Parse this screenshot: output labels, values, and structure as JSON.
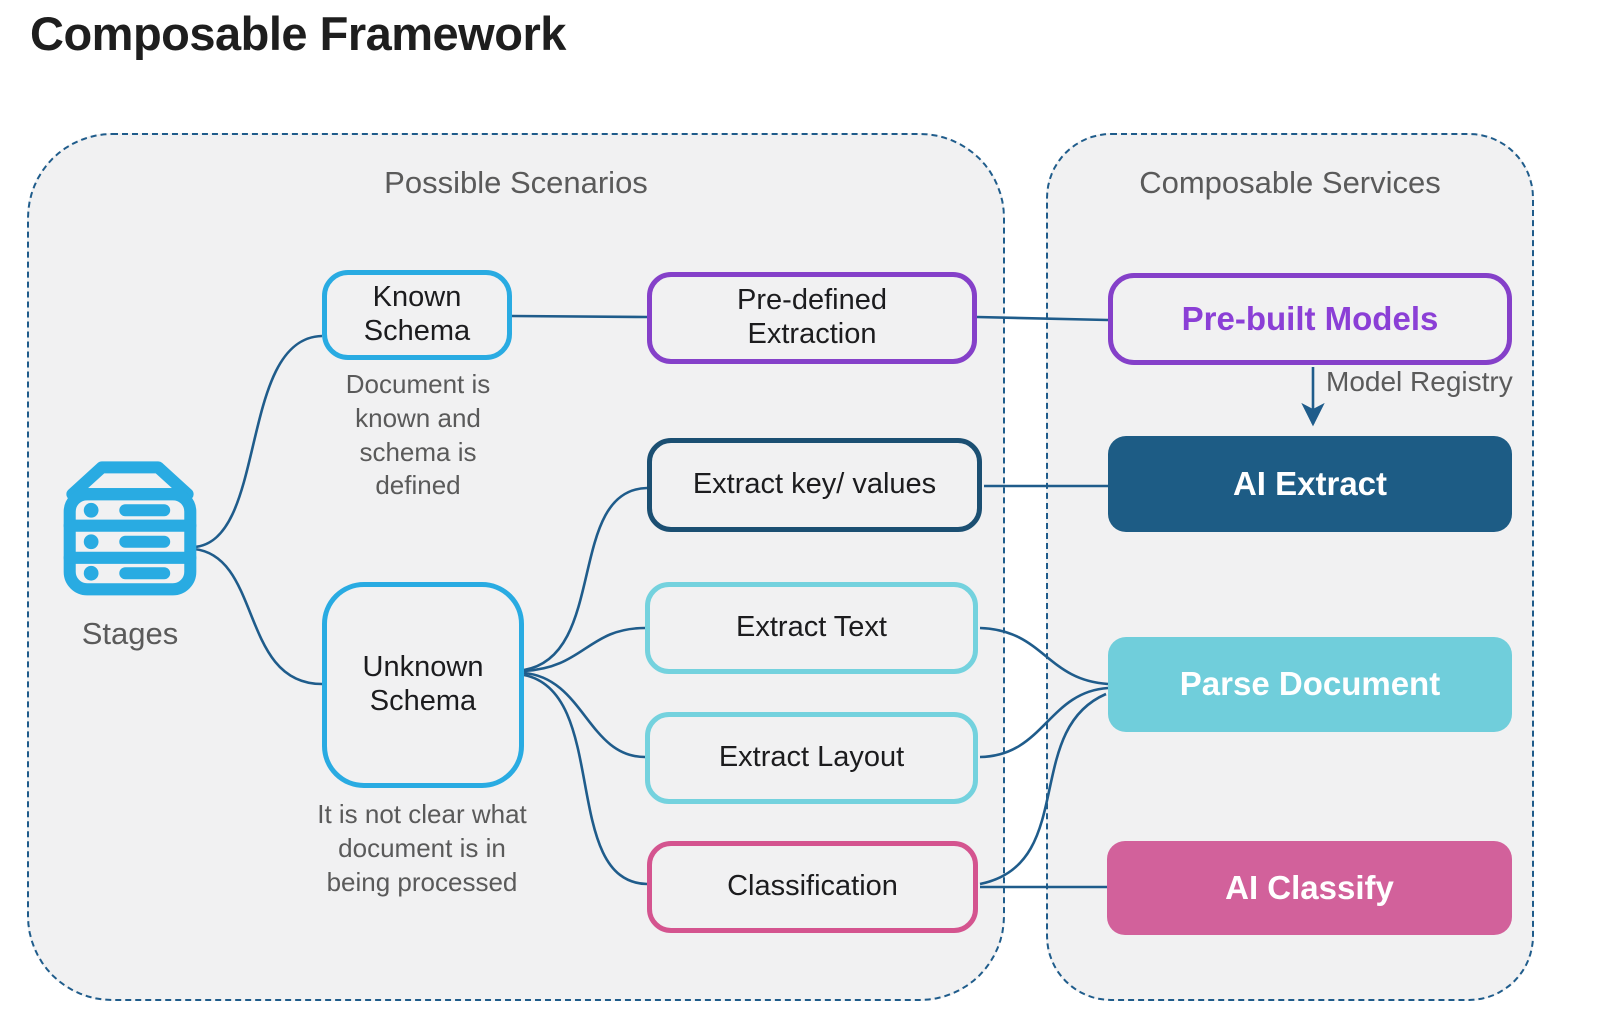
{
  "title": "Composable Framework",
  "panels": {
    "scenarios": {
      "header": "Possible Scenarios"
    },
    "services": {
      "header": "Composable Services"
    }
  },
  "stages": {
    "label": "Stages"
  },
  "nodes": {
    "known_schema": {
      "label": "Known Schema",
      "caption": "Document is known and schema is defined"
    },
    "unknown_schema": {
      "label": "Unknown Schema",
      "caption": "It is not clear what document is in being processed"
    },
    "pre_defined_extraction": {
      "label": "Pre-defined Extraction"
    },
    "extract_key_values": {
      "label": "Extract key/ values"
    },
    "extract_text": {
      "label": "Extract Text"
    },
    "extract_layout": {
      "label": "Extract Layout"
    },
    "classification": {
      "label": "Classification"
    },
    "pre_built_models": {
      "label": "Pre-built Models"
    },
    "ai_extract": {
      "label": "AI Extract"
    },
    "parse_document": {
      "label": "Parse Document"
    },
    "ai_classify": {
      "label": "AI Classify"
    }
  },
  "annotations": {
    "model_registry": "Model Registry"
  },
  "colors": {
    "cyan_accent": "#29abe2",
    "purple_accent": "#8540c9",
    "navy_accent": "#1b4f72",
    "teal_accent": "#74d2de",
    "pink_accent": "#d4548f",
    "ai_extract_fill": "#1d5c85",
    "parse_document_fill": "#70cedb",
    "ai_classify_fill": "#d2619b",
    "connector": "#1f5c8b",
    "container_fill": "#f1f1f2",
    "muted_text": "#5a5a5a"
  }
}
